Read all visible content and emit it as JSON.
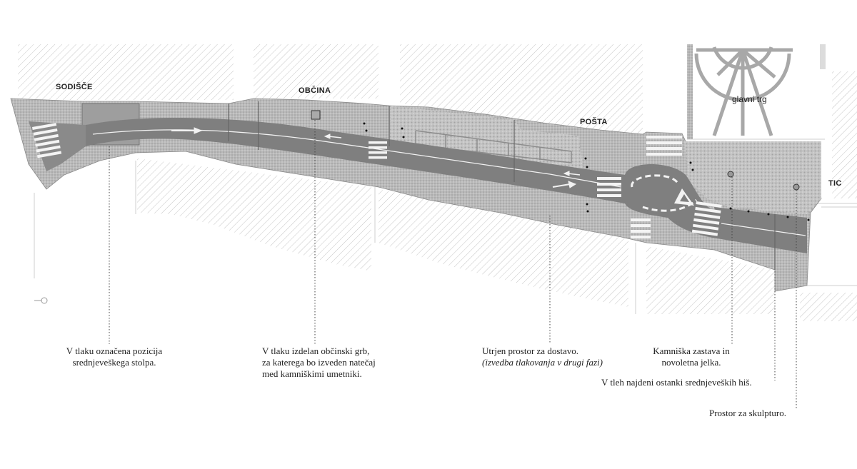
{
  "labels": {
    "sodisce": "SODIŠČE",
    "obcina": "OBČINA",
    "posta": "POŠTA",
    "glavni_trg": "glavni trg",
    "tic": "TIC"
  },
  "notes": {
    "stolp": [
      "V tlaku označena pozicija",
      "srednjeveškega stolpa."
    ],
    "grb": [
      "V tlaku izdelan občinski grb,",
      "za katerega bo izveden natečaj",
      "med kamniškimi umetniki."
    ],
    "dostava": [
      "Utrjen prostor za dostavo."
    ],
    "dostava_italic": "(izvedba tlakovanja v drugi fazi)",
    "zastava": [
      "Kamniška zastava in",
      "novoletna jelka."
    ],
    "hise": "V tleh najdeni ostanki srednjeveških hiš.",
    "skulptura": "Prostor za skulpturo."
  },
  "colors": {
    "road": "#7e7e7e",
    "paving": "#bdbdbd",
    "hatch": "#c9c9c9",
    "ink": "#222222"
  }
}
